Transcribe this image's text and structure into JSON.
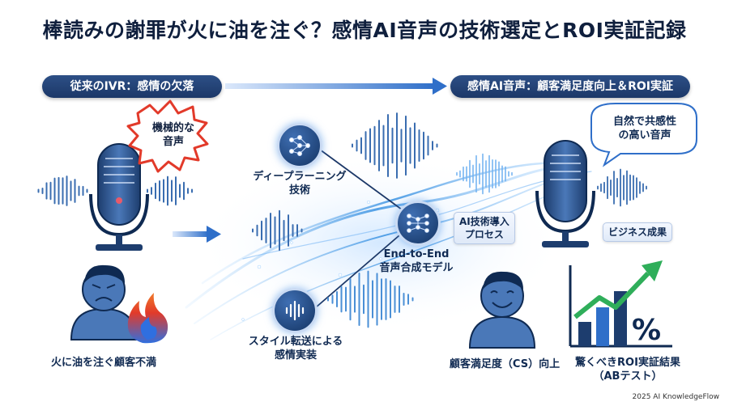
{
  "title": "棒読みの謝罪が火に油を注ぐ？感情AI音声の技術選定とROI実証記録",
  "header": {
    "left_pill": "従来のIVR：感情の欠落",
    "right_pill": "感情AI音声：顧客満足度向上＆ROI実証"
  },
  "left": {
    "burst_text_1": "機械的な",
    "burst_text_2": "音声",
    "customer_label": "火に油を注ぐ顧客不満"
  },
  "center": {
    "node_dl_1": "ディープラーニング",
    "node_dl_2": "技術",
    "node_e2e_1": "End-to-End",
    "node_e2e_2": "音声合成モデル",
    "node_style_1": "スタイル転送による",
    "node_style_2": "感情実装",
    "process_badge_1": "AI技術導入",
    "process_badge_2": "プロセス"
  },
  "right": {
    "bubble_1": "自然で共感性",
    "bubble_2": "の高い音声",
    "business_badge": "ビジネス成果",
    "cs_label": "顧客満足度（CS）向上",
    "roi_label_1": "驚くべきROI実証結果",
    "roi_label_2": "（ABテスト）"
  },
  "footer": "2025 AI KnowledgeFlow",
  "colors": {
    "navy": "#1c3868",
    "accent_blue": "#2f8ce0",
    "fire_red": "#e23a2a",
    "chart_green": "#2fae5a"
  }
}
